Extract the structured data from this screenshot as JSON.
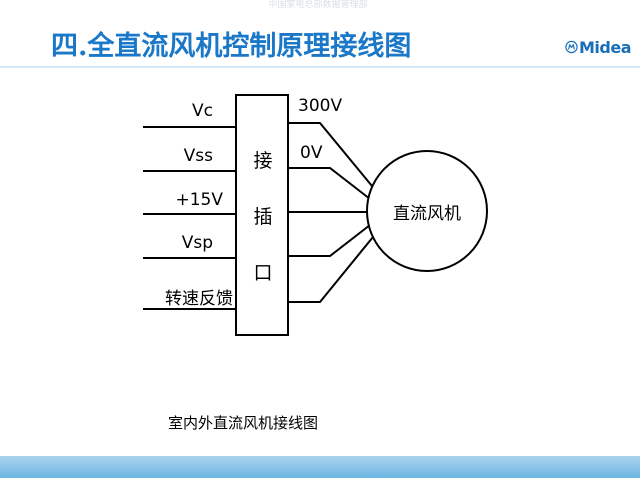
{
  "watermark": "中国家电总部数据管理部",
  "slide": {
    "title": "四.全直流风机控制原理接线图"
  },
  "logo": {
    "text": "Midea",
    "icon": "midea-logo-icon",
    "color": "#1b6fb8"
  },
  "diagram": {
    "inputs": [
      {
        "label": "Vc"
      },
      {
        "label": "Vss"
      },
      {
        "label": "+15V"
      },
      {
        "label": "Vsp"
      },
      {
        "label": "转速反馈"
      }
    ],
    "connector": {
      "chars": [
        "接",
        "插",
        "口"
      ]
    },
    "outputs": [
      {
        "label": "300V"
      },
      {
        "label": "0V"
      }
    ],
    "motor": {
      "label": "直流风机"
    },
    "caption": "室内外直流风机接线图"
  },
  "colors": {
    "title": "#1b78c8",
    "footer": "#6db5e3",
    "lines": "#000000"
  }
}
